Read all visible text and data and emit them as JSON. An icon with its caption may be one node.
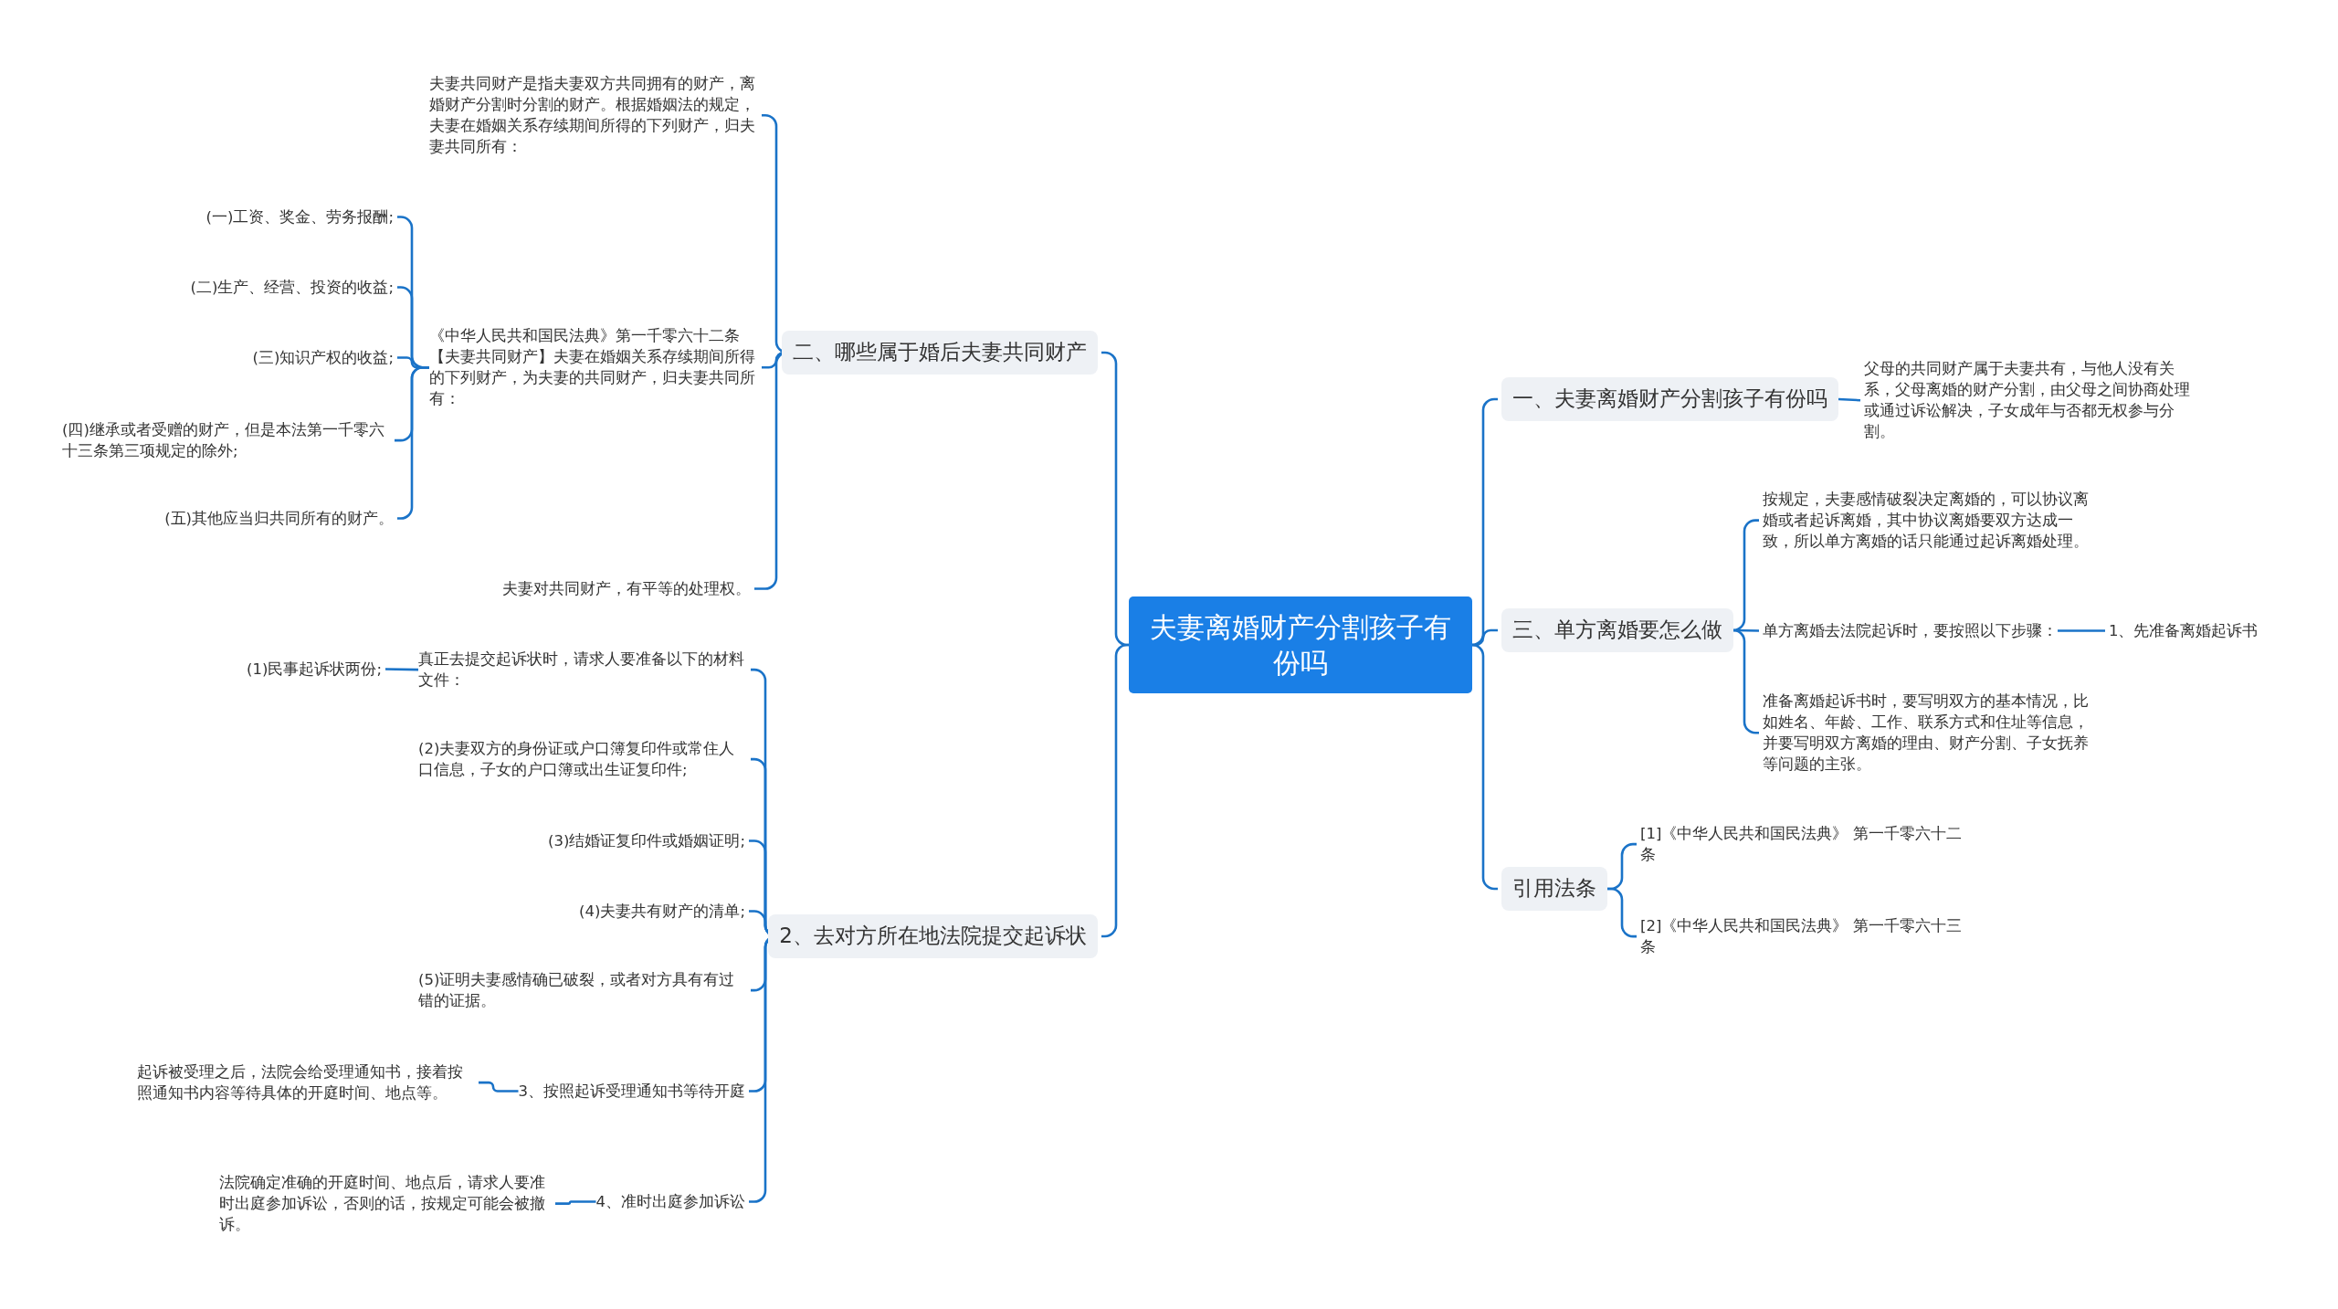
{
  "diagram": {
    "nodes": [
      {
        "text": [
          "夫妻离婚财产分割孩子有份吗"
        ]
      },
      {
        "text": [
          "一、夫妻离婚财产分割孩子有份吗"
        ]
      },
      {
        "text": [
          "父母的共同财产属于夫妻共有，与他人没有关系，父母离婚的财产分割，由父母之间协商处理或通过诉讼解决，子女成年与否都无权参与分割。"
        ]
      },
      {
        "text": [
          "三、单方离婚要怎么做"
        ]
      },
      {
        "text": [
          "按规定，夫妻感情破裂决定离婚的，可以协议离婚或者起诉离婚，其中协议离婚要双方达成一致，所以单方离婚的话只能通过起诉离婚处理。"
        ]
      },
      {
        "text": [
          "单方离婚去法院起诉时，要按照以下步骤："
        ]
      },
      {
        "text": [
          "1、先准备离婚起诉书"
        ]
      },
      {
        "text": [
          "准备离婚起诉书时，要写明双方的基本情况，比如姓名、年龄、工作、联系方式和住址等信息，并要写明双方离婚的理由、财产分割、子女抚养等问题的主张。"
        ]
      },
      {
        "text": [
          "引用法条"
        ]
      },
      {
        "text": [
          "[1]《中华人民共和国民法典》 第一千零六十二条"
        ]
      },
      {
        "text": [
          "[2]《中华人民共和国民法典》 第一千零六十三条"
        ]
      },
      {
        "text": [
          "二、哪些属于婚后夫妻共同财产"
        ]
      },
      {
        "text": [
          "夫妻共同财产是指夫妻双方共同拥有的财产，离婚财产分割时分割的财产。根据婚姻法的规定，夫妻在婚姻关系存续期间所得的下列财产，归夫妻共同所有："
        ]
      },
      {
        "text": [
          "《中华人民共和国民法典》第一千零六十二条【夫妻共同财产】夫妻在婚姻关系存续期间所得的下列财产，为夫妻的共同财产，归夫妻共同所有："
        ]
      },
      {
        "text": [
          "(一)工资、奖金、劳务报酬;"
        ]
      },
      {
        "text": [
          "(二)生产、经营、投资的收益;"
        ]
      },
      {
        "text": [
          "(三)知识产权的收益;"
        ]
      },
      {
        "text": [
          "(四)继承或者受赠的财产，但是本法第一千零六十三条第三项规定的除外;"
        ]
      },
      {
        "text": [
          "(五)其他应当归共同所有的财产。"
        ]
      },
      {
        "text": [
          "夫妻对共同财产，有平等的处理权。"
        ]
      },
      {
        "text": [
          "2、去对方所在地法院提交起诉状"
        ]
      },
      {
        "text": [
          "真正去提交起诉状时，请求人要准备以下的材料文件："
        ]
      },
      {
        "text": [
          "(1)民事起诉状两份;"
        ]
      },
      {
        "text": [
          "(2)夫妻双方的身份证或户口簿复印件或常住人口信息，子女的户口簿或出生证复印件;"
        ]
      },
      {
        "text": [
          "(3)结婚证复印件或婚姻证明;"
        ]
      },
      {
        "text": [
          "(4)夫妻共有财产的清单;"
        ]
      },
      {
        "text": [
          "(5)证明夫妻感情确已破裂，或者对方具有有过错的证据。"
        ]
      },
      {
        "text": [
          "3、按照起诉受理通知书等待开庭"
        ]
      },
      {
        "text": [
          "起诉被受理之后，法院会给受理通知书，接着按照通知书内容等待具体的开庭时间、地点等。"
        ]
      },
      {
        "text": [
          "4、准时出庭参加诉讼"
        ]
      },
      {
        "text": [
          "法院确定准确的开庭时间、地点后，请求人要准时出庭参加诉讼，否则的话，按规定可能会被撤诉。"
        ]
      }
    ],
    "edges": [
      {
        "from": 0,
        "to": 1,
        "arrow": "none"
      },
      {
        "from": 1,
        "to": 2,
        "arrow": "none"
      },
      {
        "from": 0,
        "to": 3,
        "arrow": "none"
      },
      {
        "from": 3,
        "to": 4,
        "arrow": "none"
      },
      {
        "from": 3,
        "to": 5,
        "arrow": "none"
      },
      {
        "from": 5,
        "to": 6,
        "arrow": "none"
      },
      {
        "from": 3,
        "to": 7,
        "arrow": "none"
      },
      {
        "from": 0,
        "to": 8,
        "arrow": "none"
      },
      {
        "from": 8,
        "to": 9,
        "arrow": "none"
      },
      {
        "from": 8,
        "to": 10,
        "arrow": "none"
      },
      {
        "from": 0,
        "to": 11,
        "arrow": "none"
      },
      {
        "from": 11,
        "to": 12,
        "arrow": "none"
      },
      {
        "from": 11,
        "to": 13,
        "arrow": "none"
      },
      {
        "from": 13,
        "to": 14,
        "arrow": "none"
      },
      {
        "from": 13,
        "to": 15,
        "arrow": "none"
      },
      {
        "from": 13,
        "to": 16,
        "arrow": "none"
      },
      {
        "from": 13,
        "to": 17,
        "arrow": "none"
      },
      {
        "from": 13,
        "to": 18,
        "arrow": "none"
      },
      {
        "from": 11,
        "to": 19,
        "arrow": "none"
      },
      {
        "from": 0,
        "to": 20,
        "arrow": "none"
      },
      {
        "from": 20,
        "to": 21,
        "arrow": "none"
      },
      {
        "from": 21,
        "to": 22,
        "arrow": "none"
      },
      {
        "from": 20,
        "to": 23,
        "arrow": "none"
      },
      {
        "from": 20,
        "to": 24,
        "arrow": "none"
      },
      {
        "from": 20,
        "to": 25,
        "arrow": "none"
      },
      {
        "from": 20,
        "to": 26,
        "arrow": "none"
      },
      {
        "from": 20,
        "to": 27,
        "arrow": "none"
      },
      {
        "from": 27,
        "to": 28,
        "arrow": "none"
      },
      {
        "from": 20,
        "to": 29,
        "arrow": "none"
      },
      {
        "from": 29,
        "to": 30,
        "arrow": "none"
      }
    ]
  }
}
